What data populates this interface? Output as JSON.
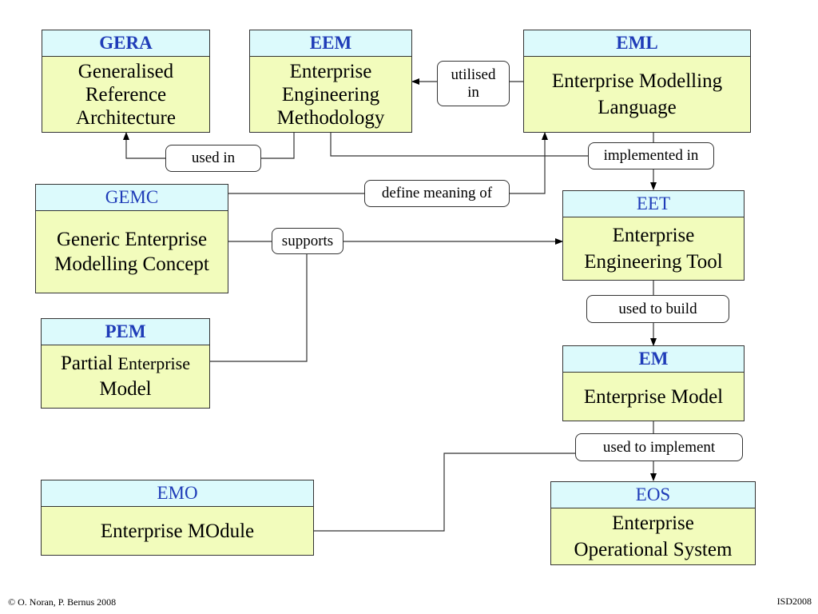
{
  "boxes": {
    "gera": {
      "abbr": "GERA",
      "line1": "Generalised",
      "line2": "Reference",
      "line3": "Architecture"
    },
    "eem": {
      "abbr": "EEM",
      "line1": "Enterprise",
      "line2": "Engineering",
      "line3": "Methodology"
    },
    "eml": {
      "abbr": "EML",
      "line1": "Enterprise Modelling",
      "line2": "Language"
    },
    "gemc": {
      "abbr": "GEMC",
      "line1": "Generic Enterprise",
      "line2": "Modelling Concept"
    },
    "eet": {
      "abbr": "EET",
      "line1": "Enterprise",
      "line2": "Engineering Tool"
    },
    "pem": {
      "abbr": "PEM",
      "line1a": "Partial ",
      "line1b": "Enterprise",
      "line2": "Model"
    },
    "em": {
      "abbr": "EM",
      "line1": "Enterprise Model"
    },
    "emo": {
      "abbr": "EMO",
      "line1": "Enterprise MOdule"
    },
    "eos": {
      "abbr": "EOS",
      "line1": "Enterprise",
      "line2": "Operational System"
    }
  },
  "labels": {
    "utilised_in_1": "utilised",
    "utilised_in_2": "in",
    "used_in": "used in",
    "implemented_in": "implemented in",
    "define_meaning_of": "define meaning of",
    "supports": "supports",
    "used_to_build": "used to build",
    "used_to_implement": "used to implement"
  },
  "footer": {
    "copyright": "© O. Noran, P. Bernus 2008",
    "code": "ISD2008"
  }
}
